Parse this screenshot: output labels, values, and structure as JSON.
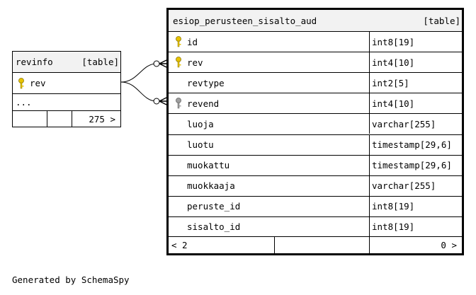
{
  "revinfo": {
    "name": "revinfo",
    "type_label": "[table]",
    "columns": [
      {
        "name": "rev",
        "key": "primary"
      }
    ],
    "more": "...",
    "footer": {
      "left": "",
      "middle": "",
      "right": "275 >"
    }
  },
  "aud": {
    "name": "esiop_perusteen_sisalto_aud",
    "type_label": "[table]",
    "columns": [
      {
        "name": "id",
        "type": "int8[19]",
        "key": "primary"
      },
      {
        "name": "rev",
        "type": "int4[10]",
        "key": "primary"
      },
      {
        "name": "revtype",
        "type": "int2[5]",
        "key": ""
      },
      {
        "name": "revend",
        "type": "int4[10]",
        "key": "foreign"
      },
      {
        "name": "luoja",
        "type": "varchar[255]",
        "key": ""
      },
      {
        "name": "luotu",
        "type": "timestamp[29,6]",
        "key": ""
      },
      {
        "name": "muokattu",
        "type": "timestamp[29,6]",
        "key": ""
      },
      {
        "name": "muokkaaja",
        "type": "varchar[255]",
        "key": ""
      },
      {
        "name": "peruste_id",
        "type": "int8[19]",
        "key": ""
      },
      {
        "name": "sisalto_id",
        "type": "int8[19]",
        "key": ""
      }
    ],
    "footer": {
      "left": "< 2",
      "middle": "",
      "right": "0 >"
    }
  },
  "colors": {
    "primary_key": "#e8c400",
    "foreign_key": "#a0a0a0",
    "header_bg": "#f2f2f2"
  },
  "relationships": [
    {
      "from": "revinfo.rev",
      "to": "esiop_perusteen_sisalto_aud.rev"
    },
    {
      "from": "revinfo.rev",
      "to": "esiop_perusteen_sisalto_aud.revend"
    }
  ],
  "footer_text": "Generated by SchemaSpy"
}
